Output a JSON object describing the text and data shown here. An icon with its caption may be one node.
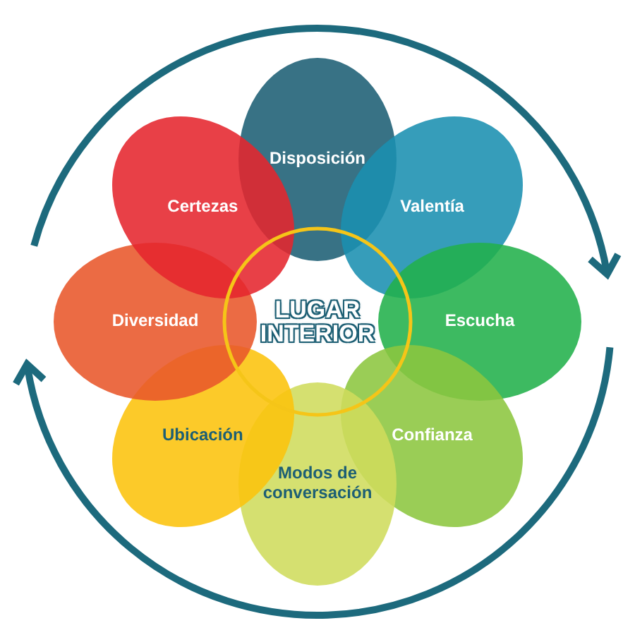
{
  "diagram": {
    "nodes": [
      {
        "text": [
          "LUGAR INTERIOR"
        ]
      },
      {
        "text": [
          "Disposición"
        ]
      },
      {
        "text": [
          "Valentía"
        ]
      },
      {
        "text": [
          "Escucha"
        ]
      },
      {
        "text": [
          "Confianza"
        ]
      },
      {
        "text": [
          "Modos de conversación"
        ]
      },
      {
        "text": [
          "Ubicación"
        ]
      },
      {
        "text": [
          "Diversidad"
        ]
      },
      {
        "text": [
          "Certezas"
        ]
      }
    ]
  }
}
